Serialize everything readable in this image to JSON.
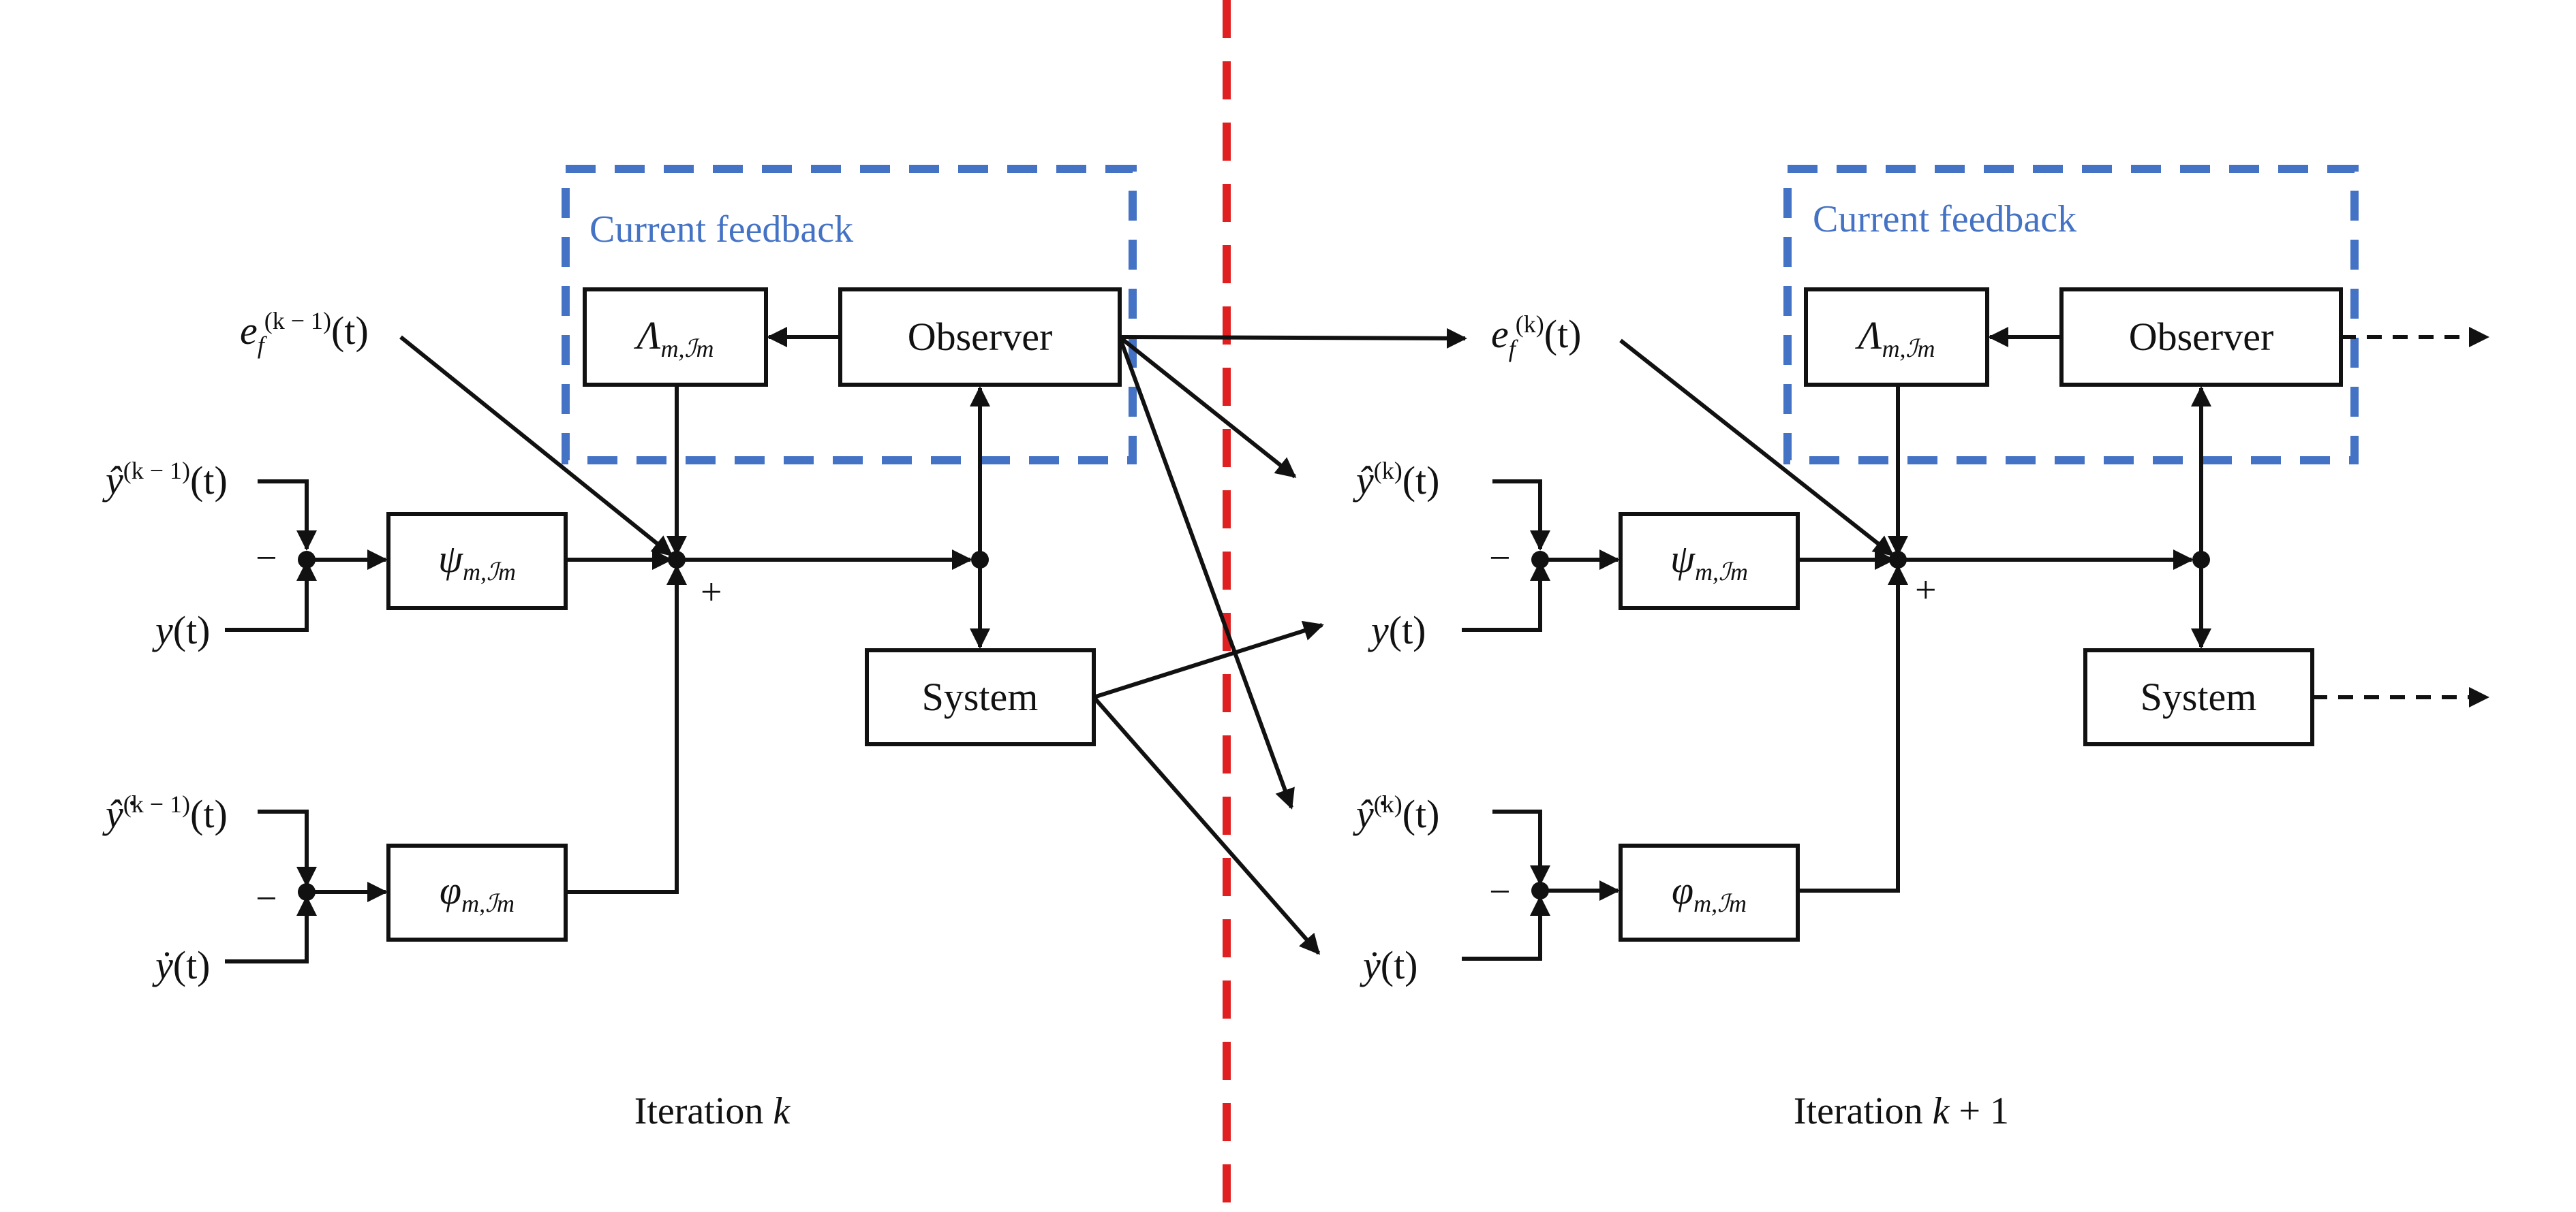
{
  "left": {
    "feedback_title": "Current feedback",
    "blocks": {
      "lambda": {
        "sym": "Λ",
        "sub": "m,ℐm"
      },
      "observer": "Observer",
      "psi": {
        "sym": "ψ",
        "sub": "m,ℐm"
      },
      "phi": {
        "sym": "φ",
        "sub": "m,ℐm"
      },
      "system": "System"
    },
    "signals": {
      "ef": {
        "base": "e",
        "sub": "f",
        "sup": "(k − 1)",
        "arg": "(t)"
      },
      "yhat": {
        "base": "ŷ",
        "sup": "(k − 1)",
        "arg": "(t)"
      },
      "y": {
        "base": "y",
        "arg": "(t)"
      },
      "ydothat": {
        "base": "ŷ̇",
        "sup": "(k − 1)",
        "arg": "(t)"
      },
      "ydot": {
        "base": "ẏ",
        "arg": "(t)"
      }
    },
    "minus1": "−",
    "minus2": "−",
    "plus": "+",
    "caption": {
      "text": "Iteration ",
      "var": "k",
      "rest": ""
    }
  },
  "right": {
    "feedback_title": "Current feedback",
    "blocks": {
      "lambda": {
        "sym": "Λ",
        "sub": "m,ℐm"
      },
      "observer": "Observer",
      "psi": {
        "sym": "ψ",
        "sub": "m,ℐm"
      },
      "phi": {
        "sym": "φ",
        "sub": "m,ℐm"
      },
      "system": "System"
    },
    "signals": {
      "ef": {
        "base": "e",
        "sub": "f",
        "sup": "(k)",
        "arg": "(t)"
      },
      "yhat": {
        "base": "ŷ",
        "sup": "(k)",
        "arg": "(t)"
      },
      "y": {
        "base": "y",
        "arg": "(t)"
      },
      "ydothat": {
        "base": "ŷ̇",
        "sup": "(k)",
        "arg": "(t)"
      },
      "ydot": {
        "base": "ẏ",
        "arg": "(t)"
      }
    },
    "minus1": "−",
    "minus2": "−",
    "plus": "+",
    "caption": {
      "text": "Iteration ",
      "var": "k",
      "rest": " + 1"
    }
  },
  "colors": {
    "feedback_box": "#4472c4",
    "divider": "#e02020",
    "line": "#111111"
  }
}
